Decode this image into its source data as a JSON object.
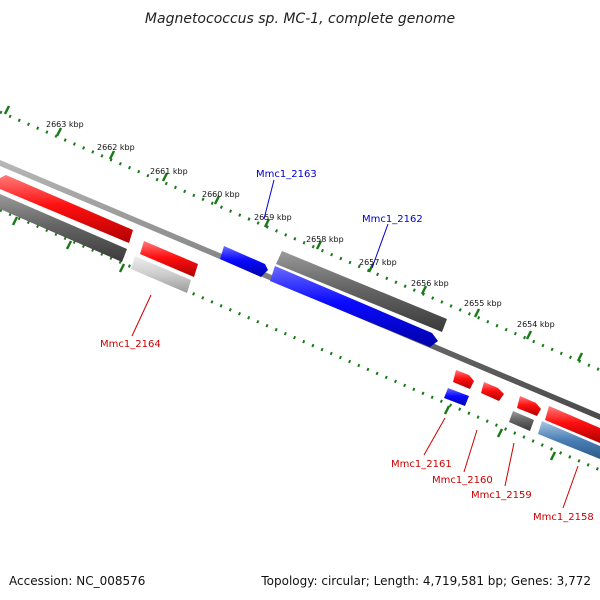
{
  "title": "Magnetococcus sp. MC-1, complete genome",
  "ticks": [
    "2663 kbp",
    "2662 kbp",
    "2661 kbp",
    "2660 kbp",
    "2659 kbp",
    "2658 kbp",
    "2657 kbp",
    "2656 kbp",
    "2655 kbp",
    "2654 kbp"
  ],
  "genes": [
    {
      "label": "Mmc1_2163",
      "color": "#0000cc"
    },
    {
      "label": "Mmc1_2162",
      "color": "#0000cc"
    },
    {
      "label": "Mmc1_2164",
      "color": "#cc0000"
    },
    {
      "label": "Mmc1_2161",
      "color": "#cc0000"
    },
    {
      "label": "Mmc1_2160",
      "color": "#cc0000"
    },
    {
      "label": "Mmc1_2159",
      "color": "#cc0000"
    },
    {
      "label": "Mmc1_2158",
      "color": "#cc0000"
    }
  ],
  "colors": {
    "forward_cds": "#ee0000",
    "reverse_cds": "#0000ee",
    "other_feature": "#555555",
    "backbone": "#777777",
    "tick": "#1a7a1a",
    "highlight_feature": "#4a7fb5"
  },
  "footer": {
    "accession": "Accession: NC_008576",
    "summary": "Topology: circular; Length: 4,719,581 bp; Genes: 3,772"
  }
}
